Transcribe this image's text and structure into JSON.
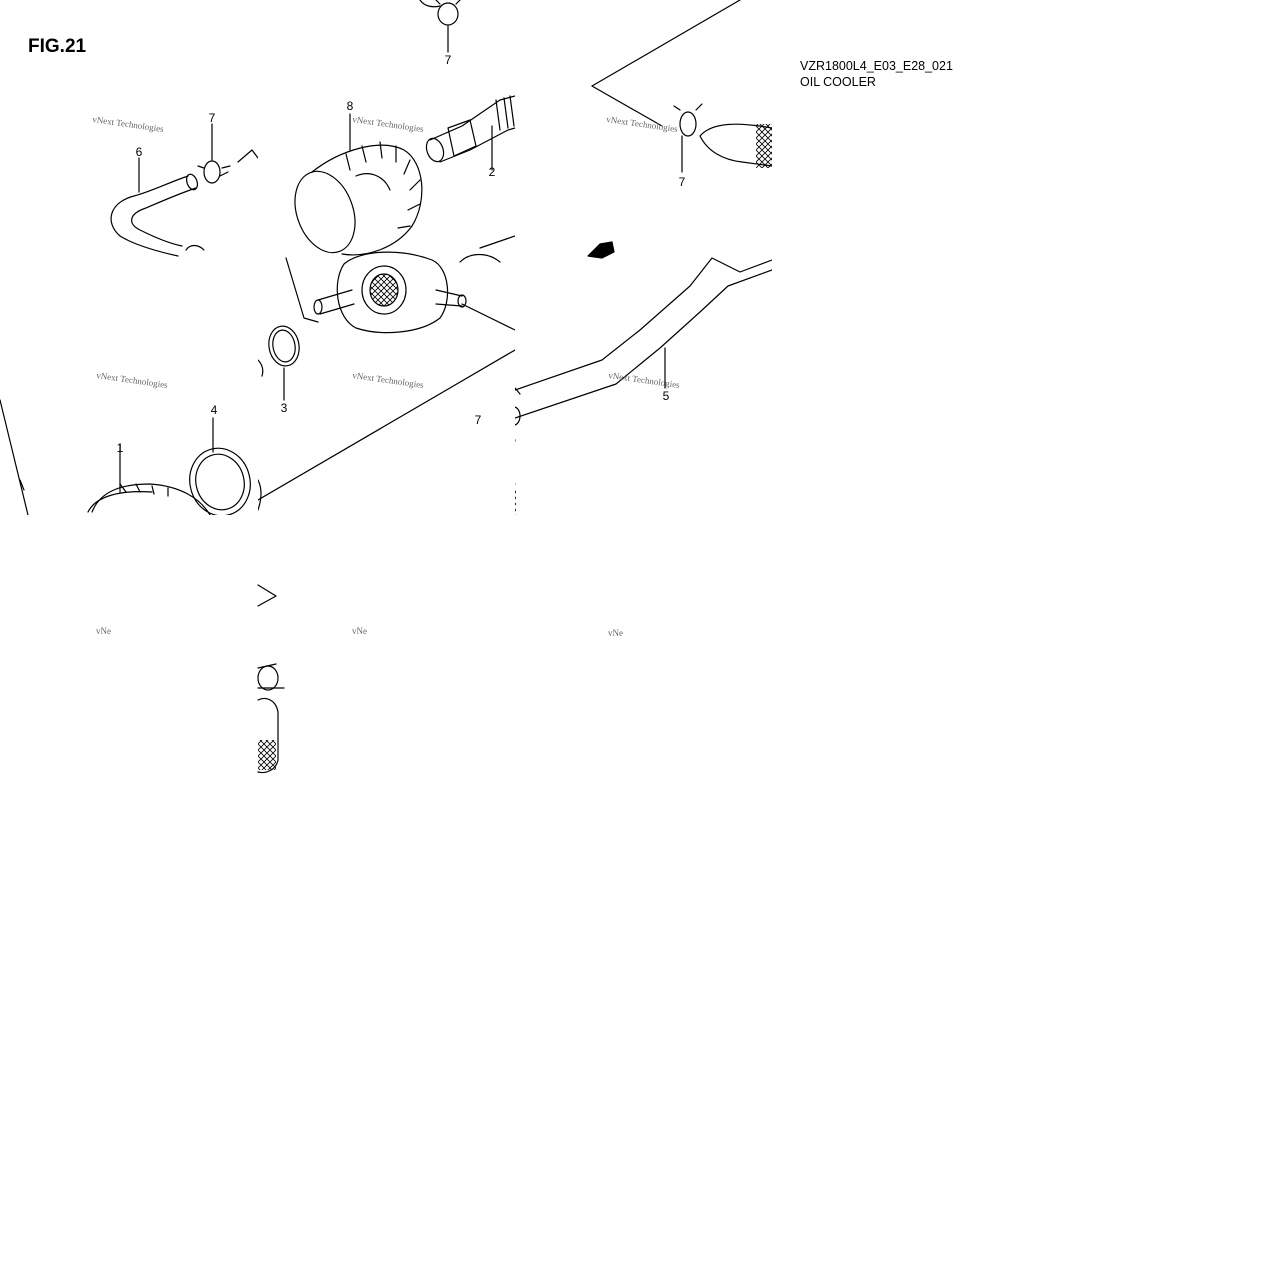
{
  "header": {
    "figure": "FIG.21",
    "model_code": "VZR1800L4_E03_E28_021",
    "section": "OIL COOLER"
  },
  "callouts": [
    "1",
    "2",
    "3",
    "4",
    "5",
    "6",
    "7",
    "8"
  ],
  "watermark": "vNext Technologies",
  "watermark_cut": "vNe",
  "fwd_badge": "FWD"
}
